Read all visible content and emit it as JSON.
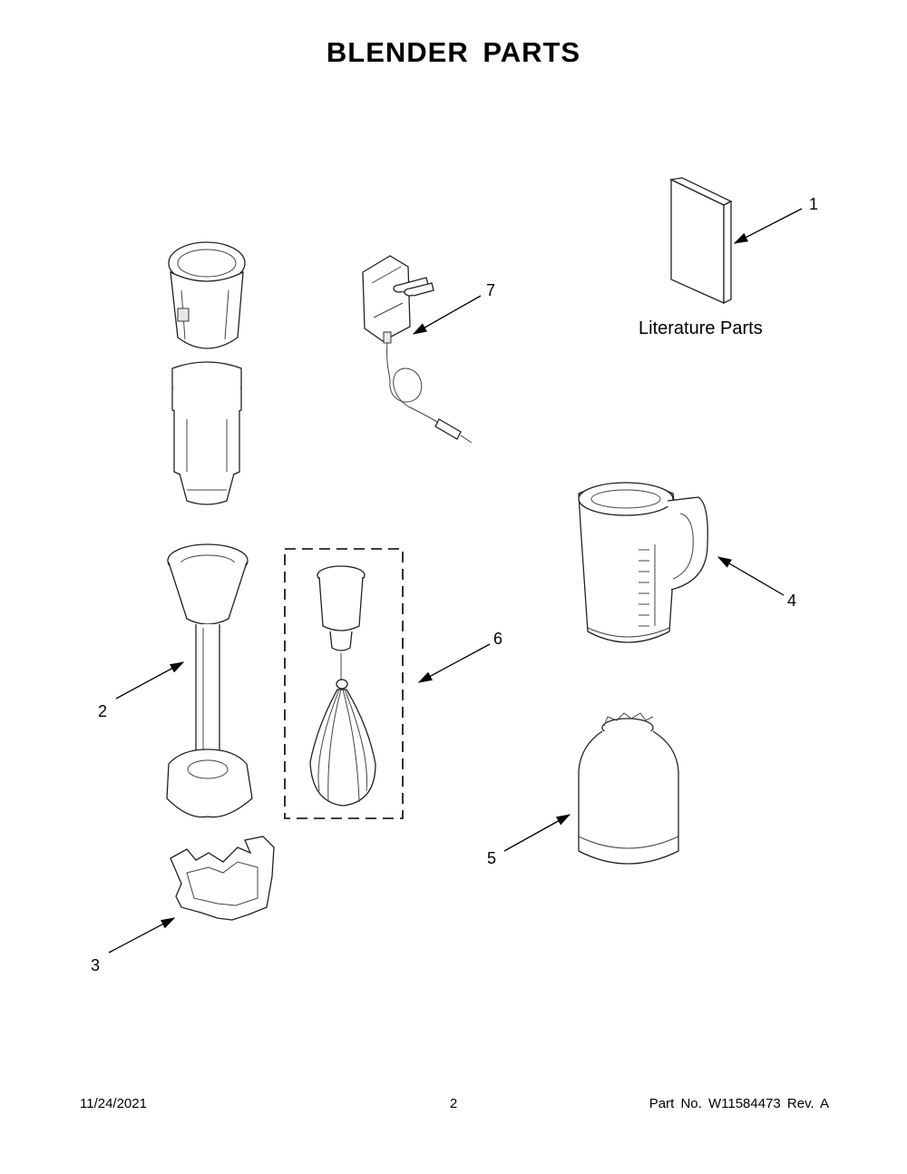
{
  "title": "BLENDER PARTS",
  "callouts": [
    {
      "number": "1"
    },
    {
      "number": "2"
    },
    {
      "number": "3"
    },
    {
      "number": "4"
    },
    {
      "number": "5"
    },
    {
      "number": "6"
    },
    {
      "number": "7"
    }
  ],
  "literature_label": "Literature Parts",
  "footer": {
    "date": "11/24/2021",
    "page": "2",
    "part_number": "Part No.  W11584473  Rev.  A"
  }
}
